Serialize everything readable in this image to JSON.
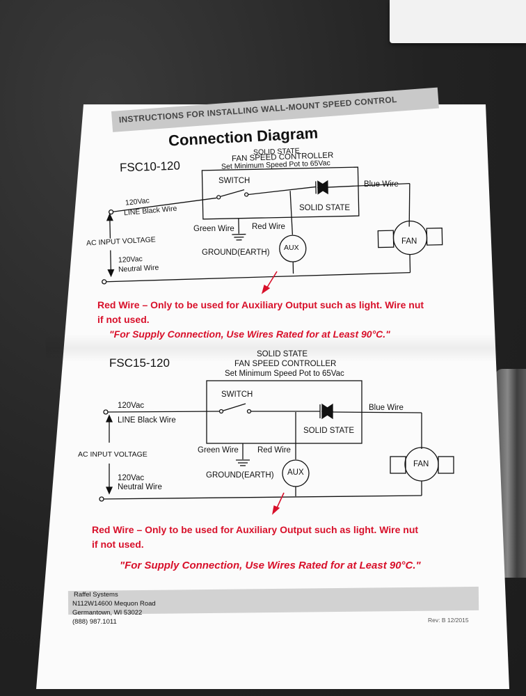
{
  "banner": "INSTRUCTIONS FOR INSTALLING WALL-MOUNT SPEED CONTROL",
  "title": "Connection Diagram",
  "diagram1": {
    "model": "FSC10-120",
    "header1": "SOLID STATE",
    "header2": "FAN SPEED CONTROLLER",
    "header3": "Set Minimum Speed Pot to 65Vac",
    "switch": "SWITCH",
    "solid_state": "SOLID STATE",
    "blue_wire": "Blue Wire",
    "fan": "FAN",
    "v120_top": "120Vac",
    "line_black": "LINE Black Wire",
    "ac_input": "AC INPUT VOLTAGE",
    "v120_bottom": "120Vac",
    "neutral": "Neutral Wire",
    "green_wire": "Green Wire",
    "red_wire": "Red Wire",
    "ground": "GROUND(EARTH)",
    "aux": "AUX",
    "note_line1": "Red Wire – Only to be used for Auxiliary Output such as light.  Wire nut",
    "note_line2": "if not used.",
    "supply": "\"For Supply Connection, Use Wires Rated for at Least 90°C.\""
  },
  "diagram2": {
    "model": "FSC15-120",
    "header1": "SOLID STATE",
    "header2": "FAN SPEED CONTROLLER",
    "header3": "Set Minimum Speed Pot to 65Vac",
    "switch": "SWITCH",
    "solid_state": "SOLID STATE",
    "blue_wire": "Blue Wire",
    "fan": "FAN",
    "v120_top": "120Vac",
    "line_black": "LINE Black Wire",
    "ac_input": "AC INPUT VOLTAGE",
    "v120_bottom": "120Vac",
    "neutral": "Neutral Wire",
    "green_wire": "Green Wire",
    "red_wire": "Red Wire",
    "ground": "GROUND(EARTH)",
    "aux": "AUX",
    "note_line1": "Red Wire – Only to be used for Auxiliary Output such as light.  Wire nut",
    "note_line2": "if not used.",
    "supply": "\"For Supply Connection, Use Wires Rated for at Least 90°C.\""
  },
  "footer": {
    "company": "Raffel Systems",
    "street": "N112W14600 Mequon Road",
    "city": "Germantown, WI  53022",
    "phone": "(888) 987.1011",
    "rev": "Rev: B 12/2015"
  },
  "colors": {
    "warning_red": "#d8102a",
    "paper": "#fbfbfb",
    "banner_gray": "#c9c9c9"
  }
}
